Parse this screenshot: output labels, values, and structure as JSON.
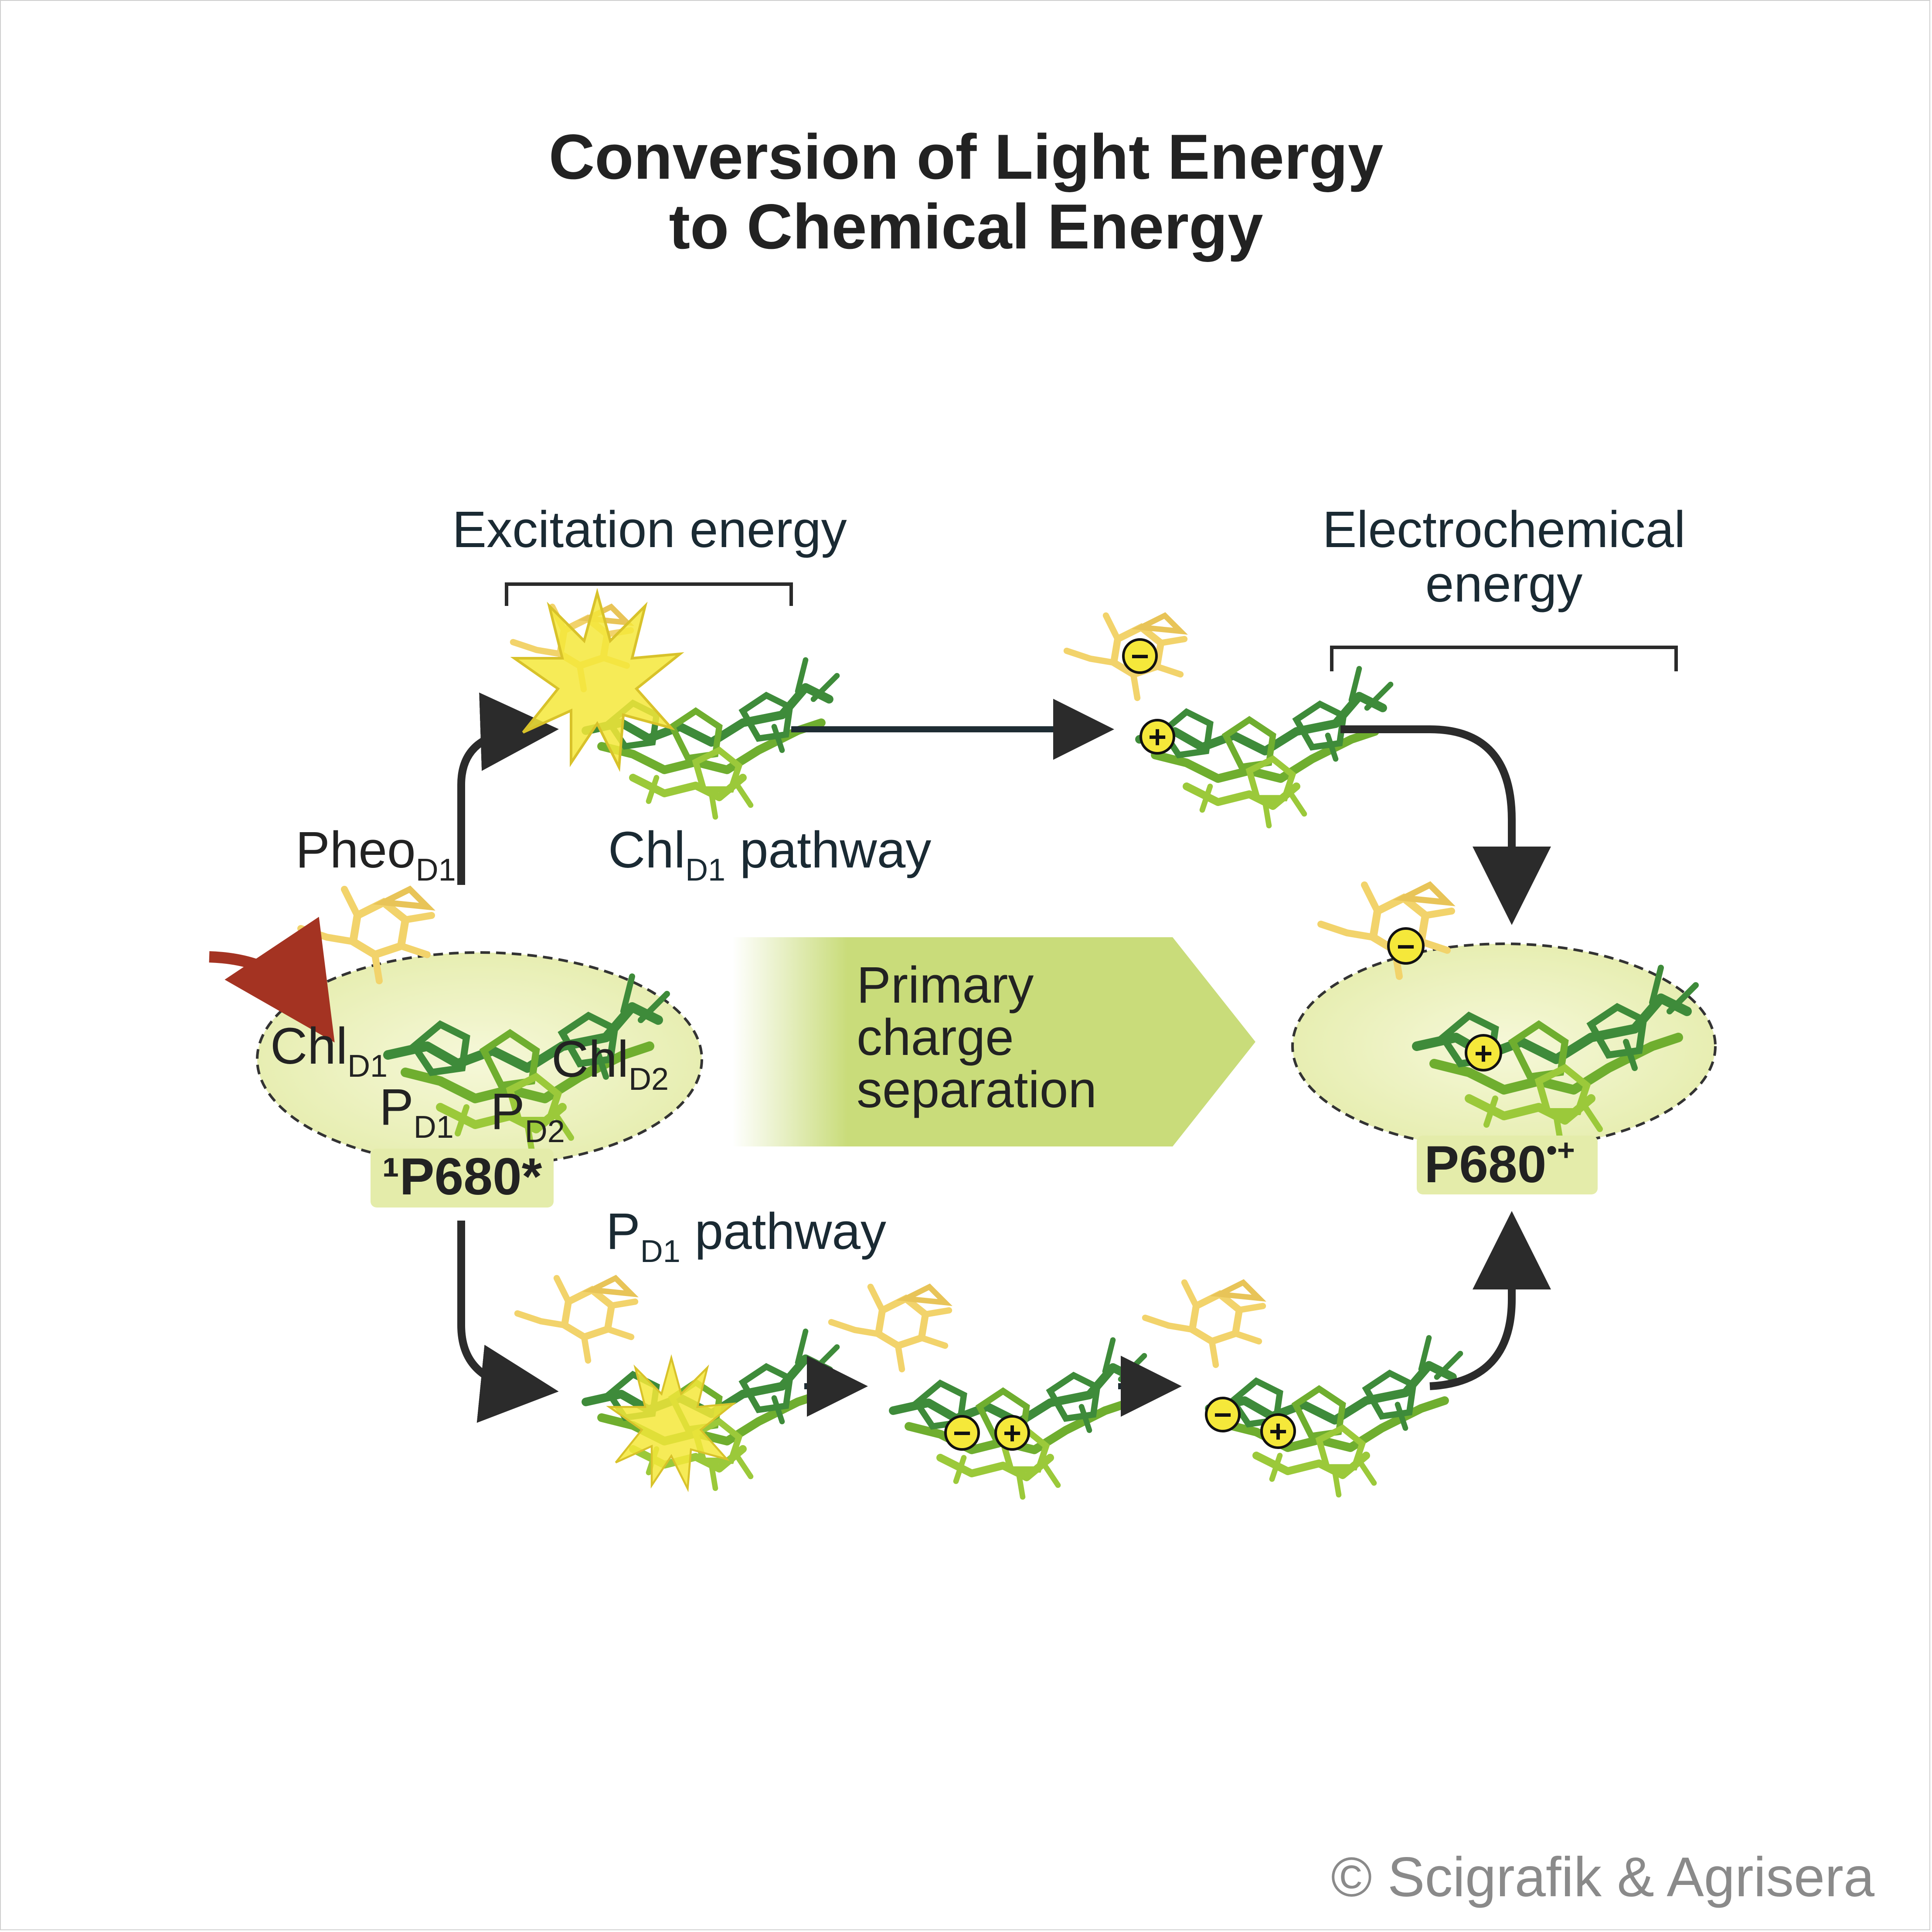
{
  "title": {
    "line1": "Conversion of Light Energy",
    "line2": "to Chemical Energy"
  },
  "labels": {
    "excitation_energy": "Excitation energy",
    "electrochemical_line1": "Electrochemical",
    "electrochemical_line2": "energy",
    "pheo": "Pheo",
    "pheo_sub": "D1",
    "chl_d1_pathway_main": "Chl",
    "chl_d1_pathway_sub": "D1",
    "chl_d1_pathway_rest": " pathway",
    "pd1_pathway_main": "P",
    "pd1_pathway_sub": "D1",
    "pd1_pathway_rest": " pathway",
    "chl_d1": "Chl",
    "chl_d1_sub": "D1",
    "chl_d2": "Chl",
    "chl_d2_sub": "D2",
    "p_d1": "P",
    "p_d1_sub": "D1",
    "p_d2": "P",
    "p_d2_sub": "D2",
    "state_left": "¹P680*",
    "state_right_main": "P680",
    "state_right_sup": "•+",
    "primary_line1": "Primary",
    "primary_line2": "charge",
    "primary_line3": "separation",
    "minus": "−",
    "plus": "+",
    "copyright": "© Scigrafik & Agrisera"
  },
  "colors": {
    "dark_green": "#3e8b3a",
    "mid_green": "#6fae2f",
    "light_green": "#9bc93a",
    "pheo_yellow": "#f2d36b",
    "excitation_yellow": "#f5e83a",
    "ellipse_fill": "#eef2c6",
    "arrow_fill": "#c9dc7a",
    "light_arrow": "#a43322",
    "path_arrow": "#2b2b2b"
  }
}
